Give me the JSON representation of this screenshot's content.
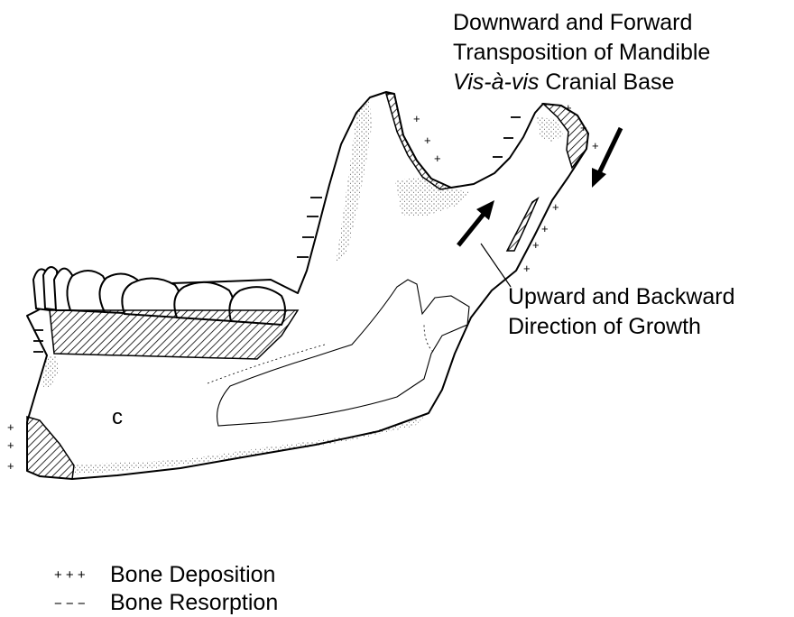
{
  "labels": {
    "top_line1": "Downward and Forward",
    "top_line2": "Transposition of Mandible",
    "top_line3_italic": "Vis-à-vis",
    "top_line3_rest": " Cranial Base",
    "growth_line1": "Upward and Backward",
    "growth_line2": "Direction of Growth"
  },
  "legend": {
    "deposition_symbol": "+ + +",
    "deposition_label": "Bone Deposition",
    "resorption_symbol": "− − −",
    "resorption_label": "Bone Resorption"
  },
  "marks": {
    "plus": "+",
    "minus": "−",
    "foramen": "c"
  },
  "colors": {
    "ink": "#000000",
    "background": "#ffffff"
  }
}
